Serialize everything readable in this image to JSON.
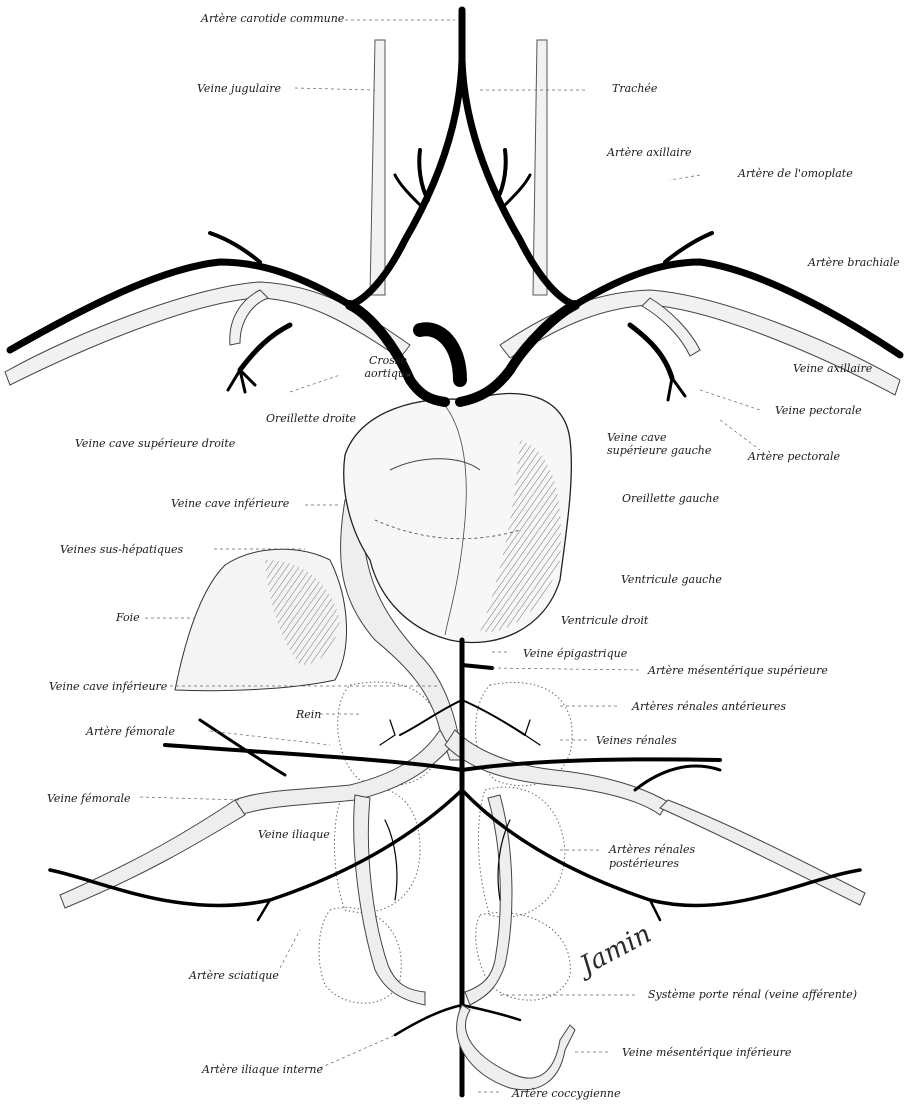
{
  "figure": {
    "labels": {
      "artere_carotide_commune": "Artère carotide commune",
      "veine_jugulaire": "Veine jugulaire",
      "trachee": "Trachée",
      "artere_axillaire": "Artère axillaire",
      "artere_omoplate": "Artère de l'omoplate",
      "artere_brachiale": "Artère brachiale",
      "crosse_aortique": "Crosse aortique",
      "veine_axillaire": "Veine axillaire",
      "oreillette_droite": "Oreillette droite",
      "veine_pectorale": "Veine pectorale",
      "veine_cave_sup_droite": "Veine cave supérieure droite",
      "veine_cave_sup_gauche": "Veine cave supérieure gauche",
      "artere_pectorale": "Artère pectorale",
      "veine_cave_inferieure_1": "Veine cave inférieure",
      "oreillette_gauche": "Oreillette gauche",
      "veines_sus_hepatiques": "Veines sus-hépatiques",
      "ventricule_gauche": "Ventricule gauche",
      "foie": "Foie",
      "ventricule_droit": "Ventricule droit",
      "veine_epigastrique": "Veine épigastrique",
      "veine_cave_inferieure_2": "Veine cave inférieure",
      "artere_mesenterique_sup": "Artère mésentérique supérieure",
      "rein": "Rein",
      "arteres_renales_anterieures": "Artères rénales antérieures",
      "artere_femorale": "Artère fémorale",
      "veines_renales": "Veines rénales",
      "veine_femorale": "Veine fémorale",
      "veine_iliaque": "Veine iliaque",
      "arteres_renales_post_1": "Artères rénales",
      "arteres_renales_post_2": "postérieures",
      "artere_sciatique": "Artère sciatique",
      "systeme_porte_renal": "Système porte rénal (veine afférente)",
      "veine_mesenterique_inf": "Veine mésentérique inférieure",
      "artere_iliaque_interne": "Artère iliaque interne",
      "artere_coccygienne": "Artère coccygienne"
    },
    "signature": "Jamin"
  }
}
